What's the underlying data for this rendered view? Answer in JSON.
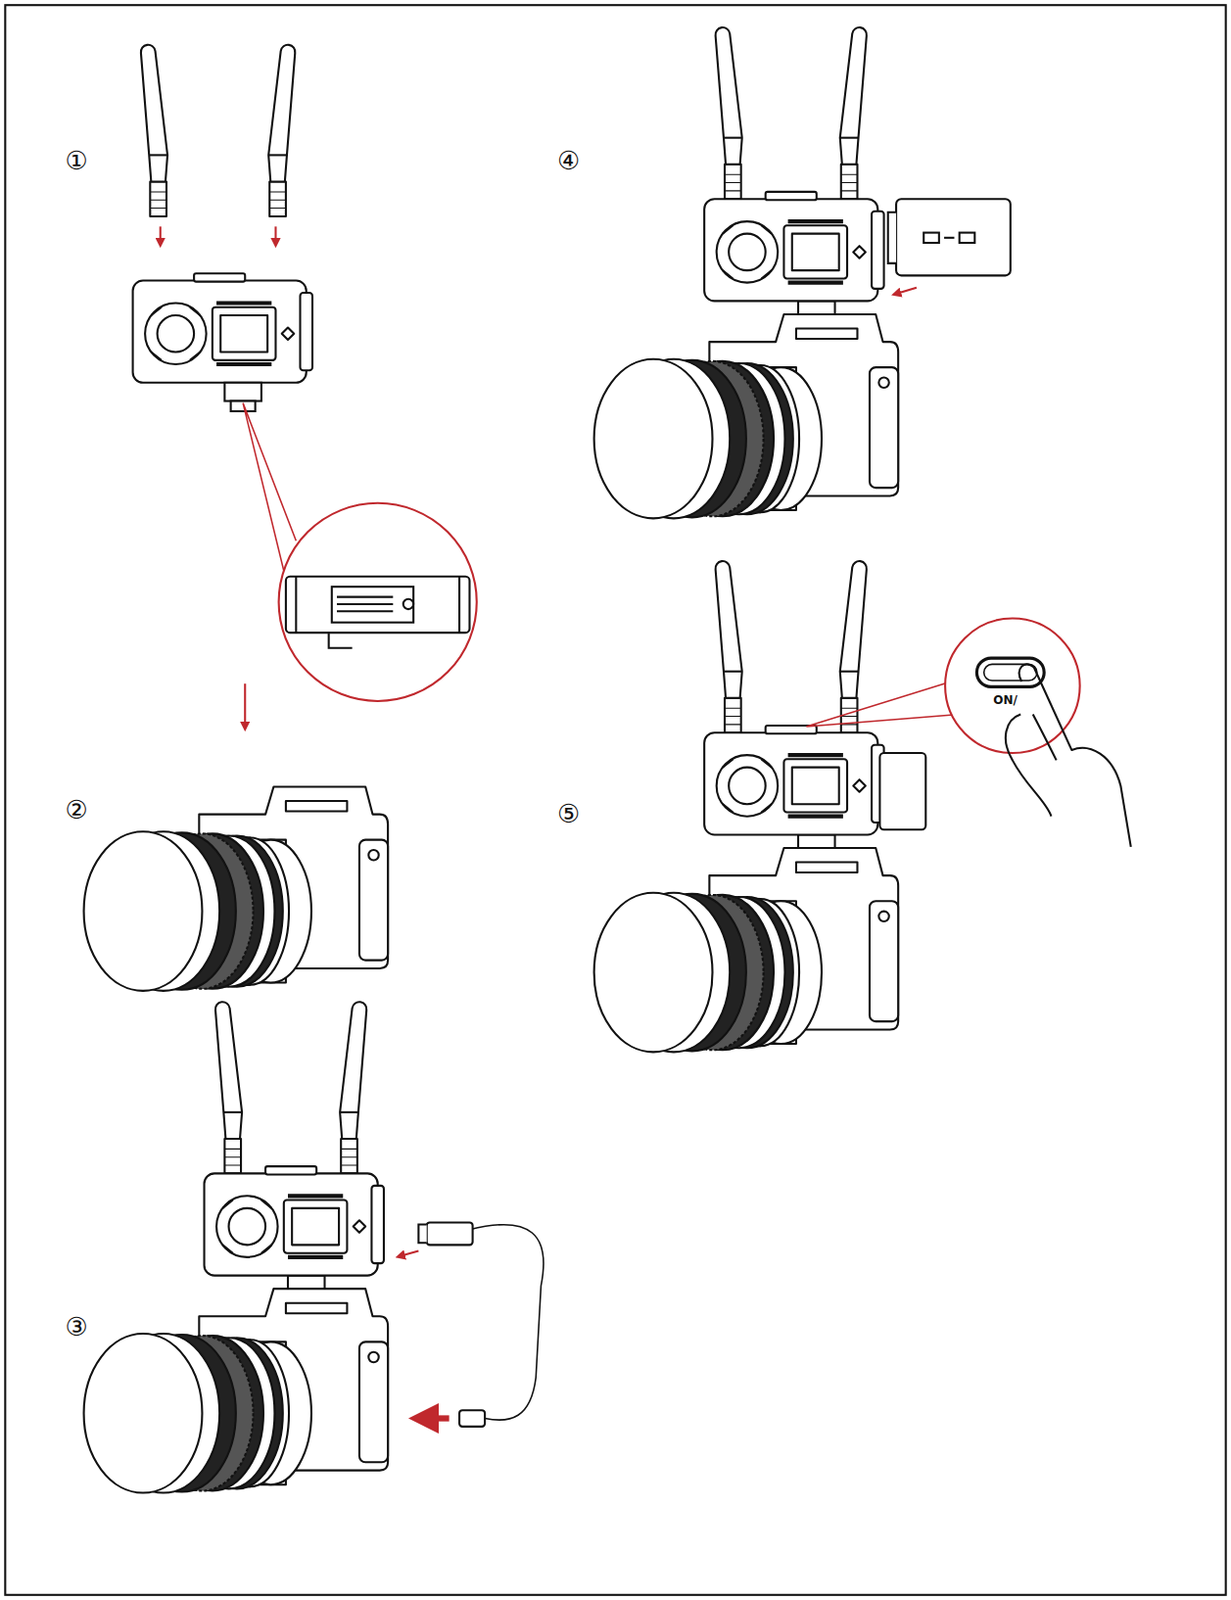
{
  "diagram": {
    "labels": [
      "①",
      "②",
      "③",
      "④",
      "⑤",
      "ON/"
    ]
  }
}
